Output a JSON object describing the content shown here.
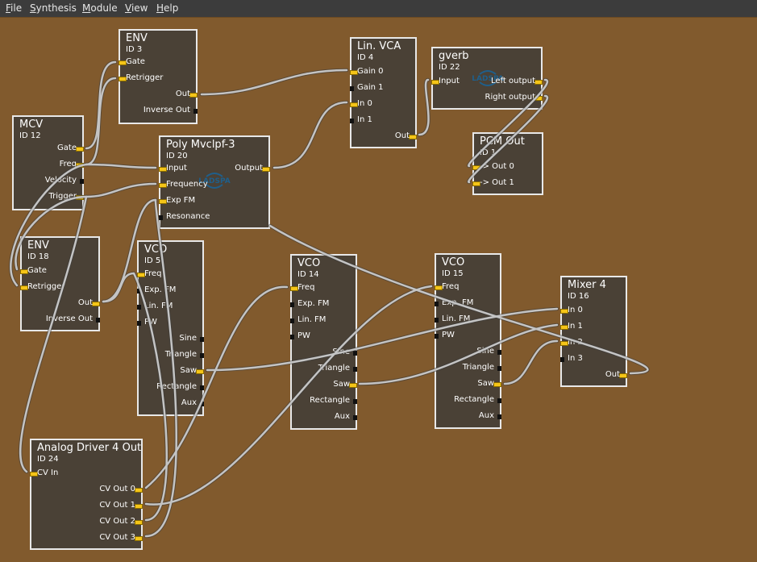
{
  "menubar": {
    "items": [
      {
        "first": "F",
        "rest": "ile"
      },
      {
        "first": "S",
        "rest": "ynthesis"
      },
      {
        "first": "M",
        "rest": "odule"
      },
      {
        "first": "V",
        "rest": "iew"
      },
      {
        "first": "H",
        "rest": "elp"
      }
    ]
  },
  "colors": {
    "canvas": "#815a2d",
    "module_bg": "#4a4136",
    "module_border": "#e8e8e8",
    "jack": "#f5c518",
    "wire": "#bdbdbd"
  },
  "ladspa_logo": {
    "text": "LADSPA",
    "icon": "ladspa-logo-icon"
  },
  "modules": {
    "env3": {
      "title": "ENV",
      "id": "ID 3",
      "in": [
        "Gate",
        "Retrigger"
      ],
      "out": [
        "Out",
        "Inverse Out"
      ]
    },
    "mcv12": {
      "title": "MCV",
      "id": "ID 12",
      "out": [
        "Gate",
        "Freq",
        "Velocity",
        "Trigger"
      ]
    },
    "poly20": {
      "title": "Poly Mvclpf-3",
      "id": "ID 20",
      "in": [
        "Input",
        "Frequency",
        "Exp FM",
        "Resonance"
      ],
      "out": [
        "Output"
      ]
    },
    "vca4": {
      "title": "Lin. VCA",
      "id": "ID 4",
      "in": [
        "Gain 0",
        "Gain 1",
        "In 0",
        "In 1"
      ],
      "out": [
        "Out"
      ]
    },
    "gverb22": {
      "title": "gverb",
      "id": "ID 22",
      "in": [
        "Input"
      ],
      "out": [
        "Left output",
        "Right output"
      ]
    },
    "pcm1": {
      "title": "PCM Out",
      "id": "ID 1",
      "in": [
        "-> Out  0",
        "-> Out  1"
      ]
    },
    "env18": {
      "title": "ENV",
      "id": "ID 18",
      "in": [
        "Gate",
        "Retrigger"
      ],
      "out": [
        "Out",
        "Inverse Out"
      ]
    },
    "vco5": {
      "title": "VCO",
      "id": "ID 5",
      "in": [
        "Freq",
        "Exp. FM",
        "Lin. FM",
        "PW"
      ],
      "out": [
        "Sine",
        "Triangle",
        "Saw",
        "Rectangle",
        "Aux"
      ]
    },
    "vco14": {
      "title": "VCO",
      "id": "ID 14",
      "in": [
        "Freq",
        "Exp. FM",
        "Lin. FM",
        "PW"
      ],
      "out": [
        "Sine",
        "Triangle",
        "Saw",
        "Rectangle",
        "Aux"
      ]
    },
    "vco15": {
      "title": "VCO",
      "id": "ID 15",
      "in": [
        "Freq",
        "Exp. FM",
        "Lin. FM",
        "PW"
      ],
      "out": [
        "Sine",
        "Triangle",
        "Saw",
        "Rectangle",
        "Aux"
      ]
    },
    "mixer16": {
      "title": "Mixer 4",
      "id": "ID 16",
      "in": [
        "In 0",
        "In 1",
        "In 2",
        "In 3"
      ],
      "out": [
        "Out"
      ]
    },
    "driver24": {
      "title": "Analog Driver 4 Out",
      "id": "ID 24",
      "in": [
        "CV In"
      ],
      "out": [
        "CV Out 0",
        "CV Out 1",
        "CV Out 2",
        "CV Out 3"
      ]
    }
  }
}
